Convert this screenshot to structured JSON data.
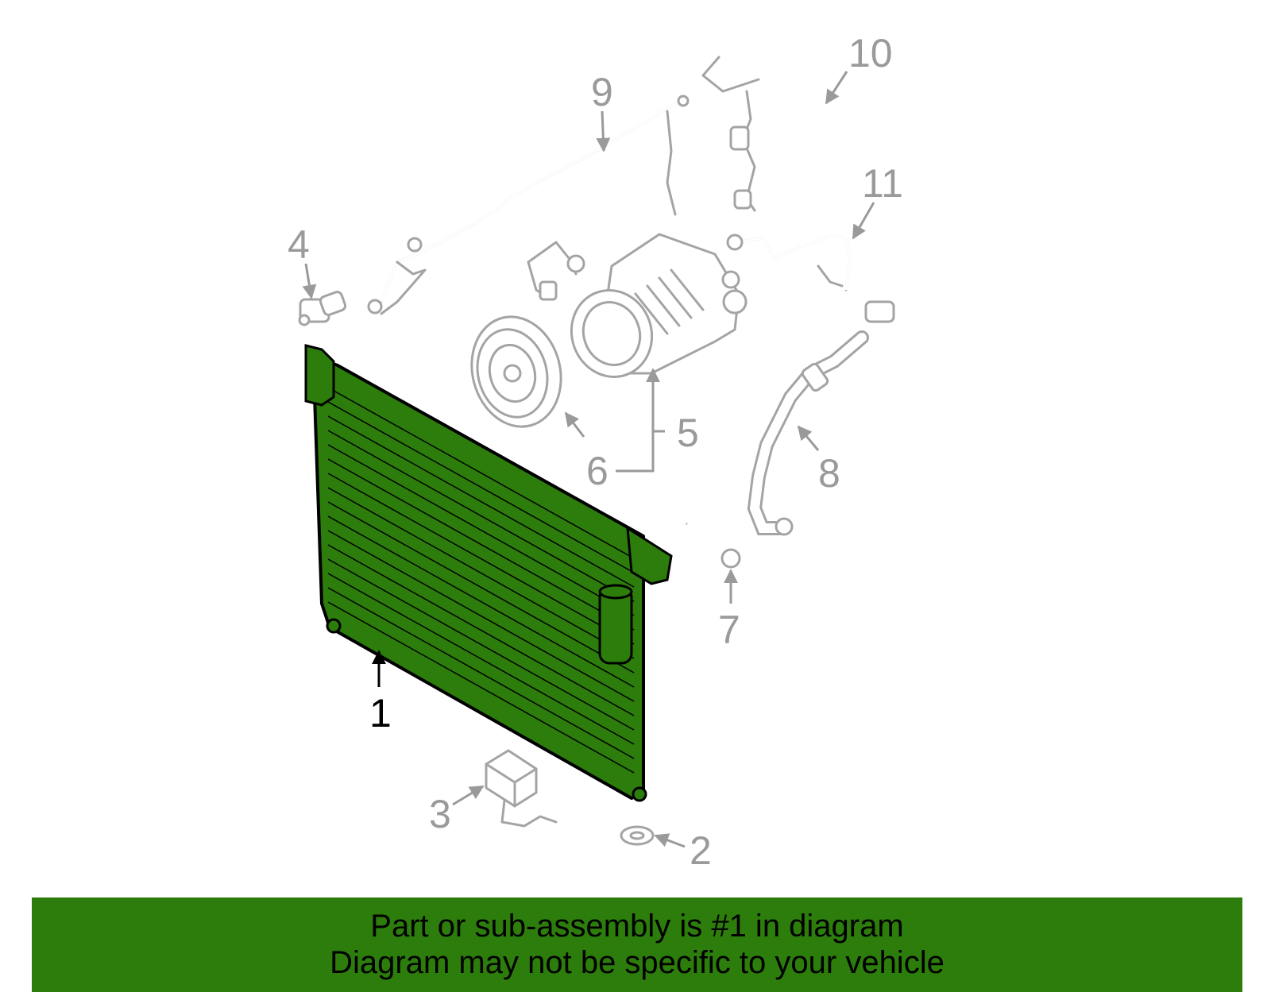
{
  "callouts": {
    "c1": "1",
    "c2": "2",
    "c3": "3",
    "c4": "4",
    "c5": "5",
    "c6": "6",
    "c7": "7",
    "c8": "8",
    "c9": "9",
    "c10": "10",
    "c11": "11"
  },
  "banner": {
    "line1": "Part or sub-assembly is #1 in diagram",
    "line2": "Diagram may not be specific to your vehicle"
  },
  "colors": {
    "highlight_part": "#2c7d0b",
    "banner_background": "#2c7d0b",
    "part_outline": "#a4a4a4",
    "callout_text": "#9a9a9a",
    "selected_callout": "#000000"
  }
}
